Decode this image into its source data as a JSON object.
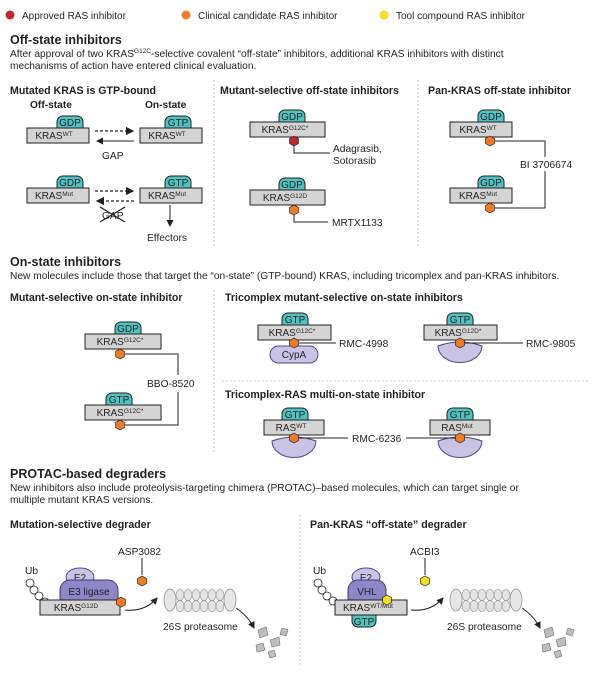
{
  "legend": [
    {
      "label": "Approved RAS inhibitor",
      "color": "#c1272d"
    },
    {
      "label": "Clinical candidate RAS inhibitor",
      "color": "#f07b22"
    },
    {
      "label": "Tool compound RAS inhibitor",
      "color": "#f5e11b"
    }
  ],
  "colors": {
    "gtp_cap": "#4fc3c1",
    "kras_box": "#d4d4d4",
    "effector_protein": "#c9c3e6",
    "e3_ligase": "#8d86c9"
  },
  "icons": [
    "hexagon-inhibitor-icon",
    "arrow-icon",
    "ubiquitin-chain-icon",
    "proteasome-icon",
    "peptide-fragment-icon",
    "cross-out-icon"
  ],
  "off_state": {
    "title": "Off-state inhibitors",
    "desc1_a": "After approval of two KRAS",
    "desc1_sup": "G12C",
    "desc1_b": "-selective covalent “off-state” inhibitors, additional KRAS inhibitors with distinct",
    "desc2": "mechanisms of action have entered clinical evaluation.",
    "panel1": {
      "title": "Mutated KRAS is GTP-bound",
      "off_label": "Off-state",
      "on_label": "On-state",
      "gdp": "GDP",
      "gtp": "GTP",
      "kras": "KRAS",
      "wt": "WT",
      "mut": "Mut",
      "gap": "GAP",
      "gap_crossed": "GAP",
      "effectors": "Effectors"
    },
    "panel2": {
      "title": "Mutant-selective off-state inhibitors",
      "gdp": "GDP",
      "kras": "KRAS",
      "sup1": "G12C*",
      "sup2": "G12D",
      "drug1_line1": "Adagrasib,",
      "drug1_line2": "Sotorasib",
      "drug2": "MRTX1133"
    },
    "panel3": {
      "title": "Pan-KRAS off-state inhibitor",
      "gdp": "GDP",
      "kras": "KRAS",
      "wt": "WT",
      "mut": "Mut",
      "drug": "BI 3706674"
    }
  },
  "on_state": {
    "title": "On-state inhibitors",
    "desc": "New molecules include those that target the “on-state” (GTP-bound) KRAS, including tricomplex and pan-KRAS inhibitors.",
    "panel1": {
      "title": "Mutant-selective on-state inhibitor",
      "gdp": "GDP",
      "gtp": "GTP",
      "kras": "KRAS",
      "sup": "G12C*",
      "drug": "BBO-8520"
    },
    "panel2": {
      "title": "Tricomplex mutant-selective on-state inhibitors",
      "gtp": "GTP",
      "kras": "KRAS",
      "sup1": "G12C*",
      "sup2": "G12D*",
      "cypa": "CypA",
      "drug1": "RMC-4998",
      "drug2": "RMC-9805"
    },
    "panel3": {
      "title": "Tricomplex-RAS multi-on-state inhibitor",
      "gtp": "GTP",
      "ras": "RAS",
      "wt": "WT",
      "mut": "Mut",
      "drug": "RMC-6236"
    }
  },
  "protac": {
    "title": "PROTAC-based degraders",
    "desc1": "New inhibitors also include proteolysis-targeting chimera (PROTAC)–based molecules, which can target single or",
    "desc2": "multiple mutant KRAS versions.",
    "panel1": {
      "title": "Mutation-selective degrader",
      "ub": "Ub",
      "e2": "E2",
      "e3": "E3 ligase",
      "kras": "KRAS",
      "sup": "G12D",
      "drug": "ASP3082",
      "proteasome": "26S proteasome"
    },
    "panel2": {
      "title": "Pan-KRAS “off-state” degrader",
      "ub": "Ub",
      "e2": "E2",
      "vhl": "VHL",
      "kras": "KRAS",
      "sup": "WT/Mut",
      "gtp": "GTP",
      "drug": "ACBI3",
      "proteasome": "26S proteasome"
    }
  }
}
